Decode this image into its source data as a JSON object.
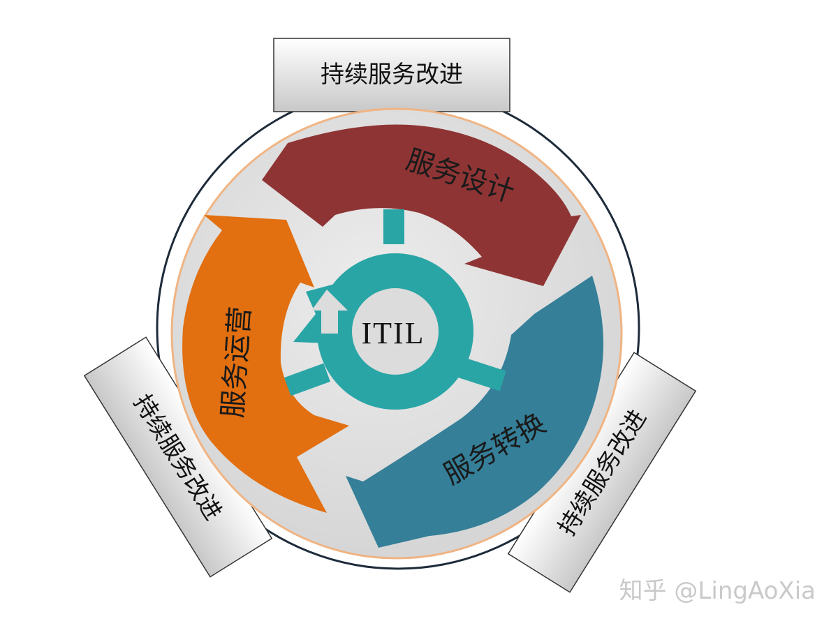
{
  "core": {
    "label": "ITIL"
  },
  "stages": {
    "design": "服务设计",
    "transition": "服务转换",
    "operation": "服务运营"
  },
  "csi_boxes": {
    "top": "持续服务改进",
    "left": "持续服务改进",
    "right": "持续服务改进"
  },
  "watermark": "知乎 @LingAoXia",
  "colors": {
    "design": "#8f3434",
    "transition": "#357f98",
    "operation": "#e26f10",
    "core": "#2aa5a6",
    "disc": "#dcdcdc",
    "ring": "#1d2b3a",
    "disc_border": "#f0b483"
  }
}
